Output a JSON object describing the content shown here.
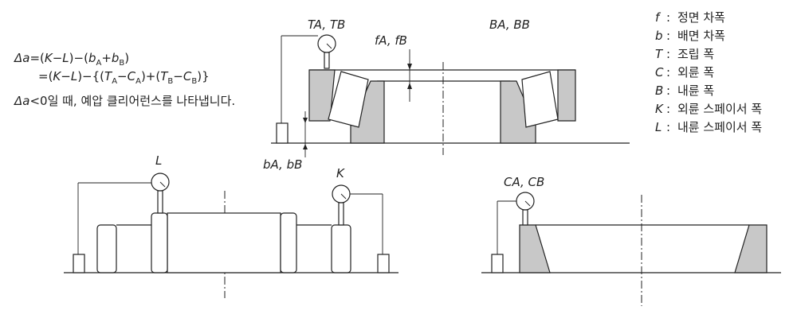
{
  "formula": {
    "line1": "Δa =(K−L)−(bA + bB)",
    "line2": "=(K−L)−{(TA−CA)+(TB−CB)}",
    "line3": "Δa<0일 때, 예압 클리어런스를 나타냅니다."
  },
  "labels": {
    "t": "TA, TB",
    "f": "fA, fB",
    "b_top": "BA, BB",
    "b_low": "bA, bB",
    "l": "L",
    "k": "K",
    "c": "CA, CB"
  },
  "legend": [
    {
      "sym": "f",
      "desc": "정면 차폭"
    },
    {
      "sym": "b",
      "desc": "배면 차폭"
    },
    {
      "sym": "T",
      "desc": "조립 폭"
    },
    {
      "sym": "C",
      "desc": "외륜 폭"
    },
    {
      "sym": "B",
      "desc": "내륜 폭"
    },
    {
      "sym": "K",
      "desc": "외륜 스페이서 폭"
    },
    {
      "sym": "L",
      "desc": "내륜 스페이서 폭"
    }
  ]
}
